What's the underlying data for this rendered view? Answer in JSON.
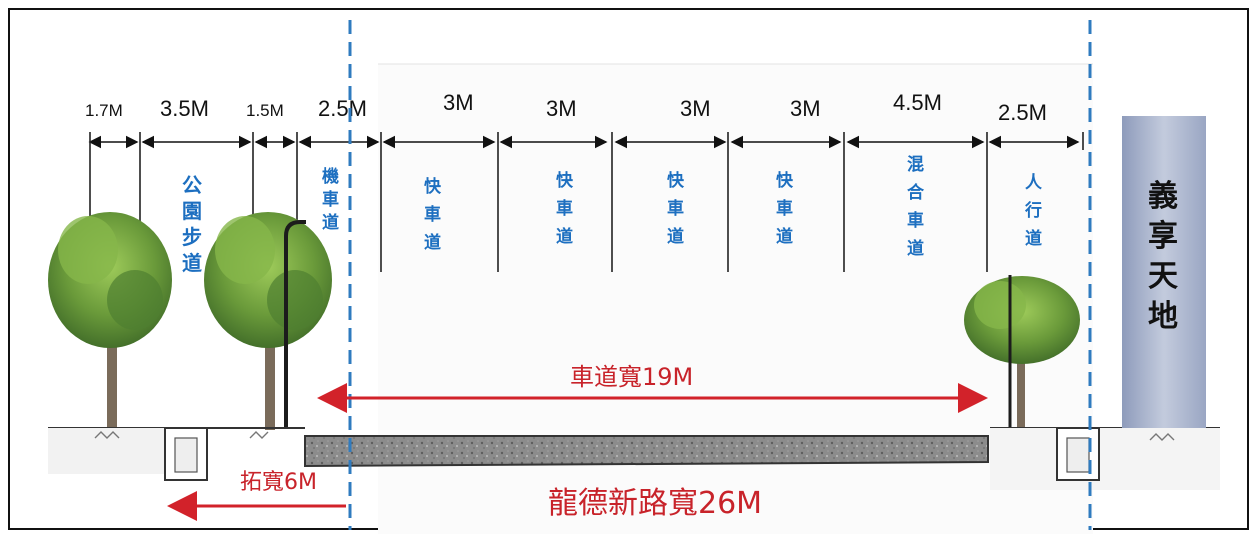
{
  "widths": [
    "1.7M",
    "3.5M",
    "1.5M",
    "2.5M",
    "3M",
    "3M",
    "3M",
    "3M",
    "4.5M",
    "2.5M"
  ],
  "lanes": {
    "park_walkway": [
      "公",
      "園",
      "步",
      "道"
    ],
    "scooter_lane": [
      "機",
      "車",
      "道"
    ],
    "fast_lane_1": [
      "快",
      "車",
      "道"
    ],
    "fast_lane_2": [
      "快",
      "車",
      "道"
    ],
    "fast_lane_3": [
      "快",
      "車",
      "道"
    ],
    "fast_lane_4": [
      "快",
      "車",
      "道"
    ],
    "mixed_lane": [
      "混",
      "合",
      "車",
      "道"
    ],
    "sidewalk": [
      "人",
      "行",
      "道"
    ]
  },
  "building": [
    "義",
    "享",
    "天",
    "地"
  ],
  "carriageway_width": "車道寬19M",
  "widening": "拓寬6M",
  "road_width": "龍德新路寬26M",
  "colors": {
    "lane_text": "#1d6fc0",
    "annotation": "#c8232a",
    "boundary": "#2f7bbf",
    "building": "#a9b4d0"
  }
}
